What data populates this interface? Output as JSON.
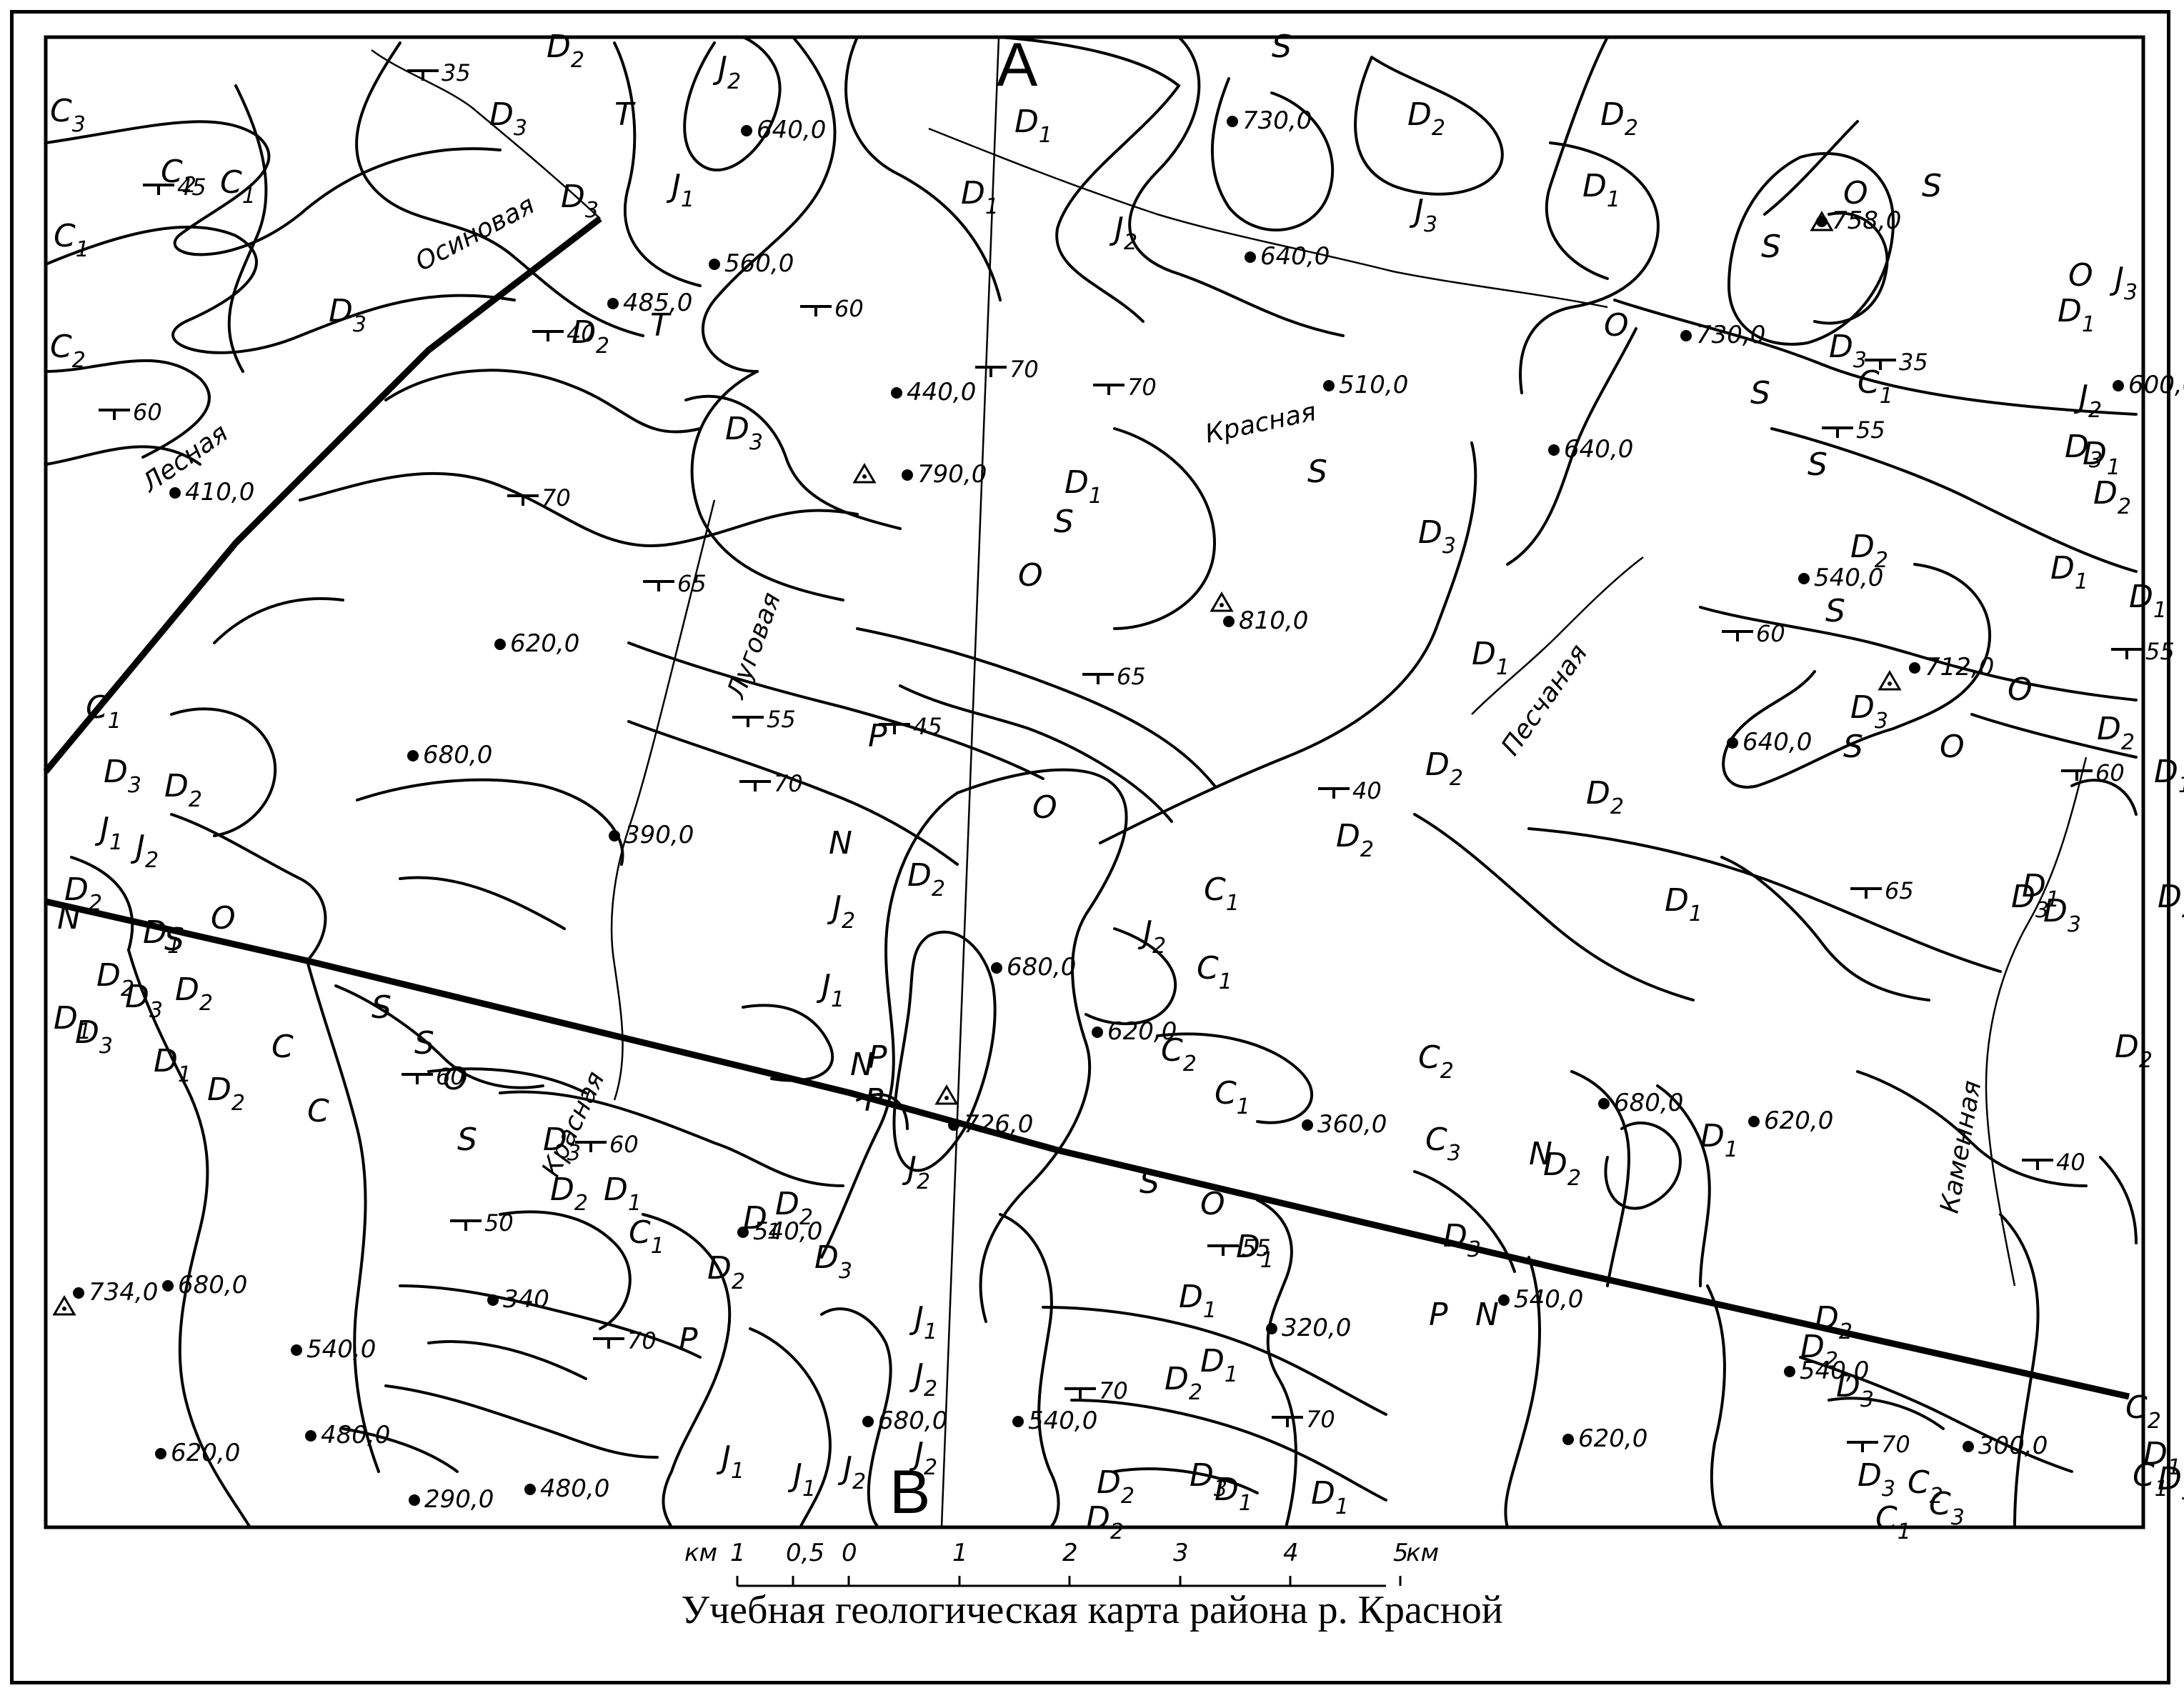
{
  "caption": "Учебная геологическая карта района р. Красной",
  "section_labels": [
    "A",
    "B"
  ],
  "rivers": [
    "Осиновая",
    "Лесная",
    "Красная",
    "Луговая",
    "Песчаная",
    "Красная",
    "Каменная"
  ],
  "units": [
    "C3",
    "C2",
    "C1",
    "C1",
    "C2",
    "D2",
    "D3",
    "D3",
    "T",
    "J2",
    "J1",
    "T",
    "D3",
    "D2",
    "D3",
    "D1",
    "D1",
    "S",
    "D2",
    "J3",
    "J2",
    "D1",
    "D2",
    "S",
    "O",
    "S",
    "S",
    "D1",
    "J3",
    "J2",
    "D1",
    "S",
    "O",
    "O",
    "C1",
    "D3",
    "D2",
    "D3",
    "D2",
    "D1",
    "D1",
    "S",
    "D1",
    "S",
    "O",
    "O",
    "S",
    "D3",
    "D2",
    "D1",
    "D2",
    "D1",
    "D2",
    "D3",
    "D2",
    "D1",
    "D1",
    "D2",
    "D3",
    "D2",
    "D3",
    "O",
    "S",
    "O",
    "P",
    "N",
    "J2",
    "J1",
    "P",
    "N",
    "P",
    "J2",
    "C1",
    "C1",
    "C2",
    "C2",
    "C1",
    "C3",
    "D2",
    "D3",
    "D1",
    "S",
    "O",
    "D1",
    "D1",
    "D1",
    "D2",
    "D3",
    "D1",
    "D2",
    "D2",
    "D1",
    "N",
    "P",
    "N",
    "D1",
    "D2",
    "D2",
    "D3",
    "D3",
    "C1",
    "C2",
    "C3",
    "C2",
    "C1",
    "D3",
    "D2",
    "J2",
    "J1",
    "J2",
    "J2",
    "J1",
    "J2",
    "J1",
    "D3",
    "D1",
    "D2",
    "D2",
    "P",
    "C1",
    "D1",
    "D2",
    "D3",
    "S",
    "O",
    "S",
    "S",
    "C",
    "C",
    "O",
    "S",
    "D1",
    "D2",
    "D1",
    "D2",
    "D3",
    "D2",
    "D3",
    "D1",
    "D2",
    "N",
    "J2",
    "J1",
    "D3",
    "C1",
    "D2"
  ],
  "elevations": [
    "640,0",
    "560,0",
    "485,0",
    "440,0",
    "790,0",
    "730,0",
    "640,0",
    "510,0",
    "758,0",
    "730,0",
    "600,0",
    "640,0",
    "540,0",
    "712,0",
    "640,0",
    "410,0",
    "620,0",
    "680,0",
    "390,0",
    "810,0",
    "680,0",
    "726,0",
    "620,0",
    "360,0",
    "680,0",
    "620,0",
    "540,0",
    "320,0",
    "540,0",
    "620,0",
    "540,0",
    "300,0",
    "734,0",
    "680,0",
    "540,0",
    "620,0",
    "480,0",
    "340",
    "290,0",
    "480,0",
    "680,0",
    "540,0"
  ],
  "dip_values": [
    "35",
    "45",
    "60",
    "40",
    "60",
    "70",
    "70",
    "65",
    "70",
    "55",
    "45",
    "70",
    "65",
    "40",
    "35",
    "55",
    "60",
    "55",
    "65",
    "40",
    "60",
    "50",
    "60",
    "70",
    "55",
    "70",
    "70",
    "70",
    "60"
  ],
  "scale": {
    "unit_left": "км",
    "unit_right": "км",
    "ticks": [
      "1",
      "0,5",
      "0",
      "1",
      "2",
      "3",
      "4",
      "5"
    ]
  },
  "colors": {
    "ink": "#000000",
    "paper": "#ffffff"
  }
}
